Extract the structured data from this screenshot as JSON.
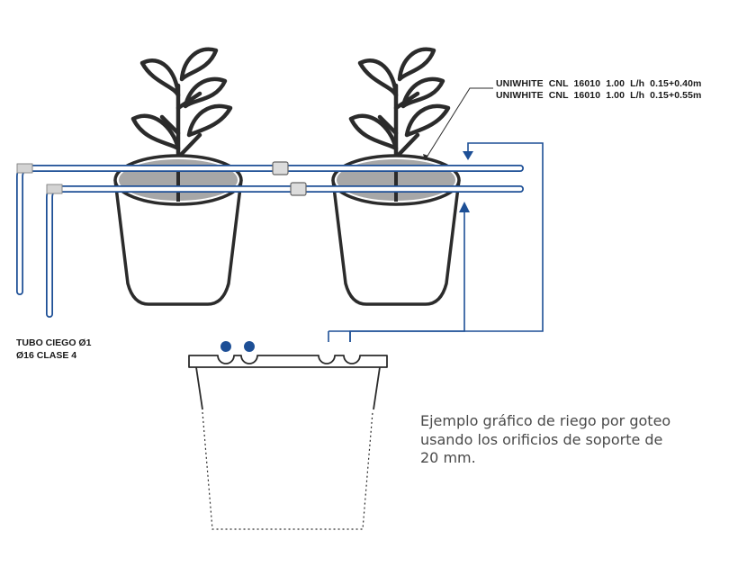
{
  "labels": {
    "dripper_spec_1": "UNIWHITE  CNL  16010  1.00  L/h  0.15+0.40m",
    "dripper_spec_2": "UNIWHITE  CNL  16010  1.00  L/h  0.15+0.55m",
    "blind_pipe_1": "TUBO CIEGO Ø1",
    "blind_pipe_2": "Ø16 CLASE 4"
  },
  "caption": {
    "line1": "Ejemplo gráfico de riego por goteo",
    "line2": "usando los orificios de soporte de",
    "line3": "20 mm."
  },
  "colors": {
    "pipe_outline": "#1d4f96",
    "flow_arrow": "#1d4f96",
    "hole_dot": "#1d4f96",
    "pot_outline": "#2b2b2b",
    "soil": "#a7a7a7",
    "connector": "#dcdcdc"
  }
}
